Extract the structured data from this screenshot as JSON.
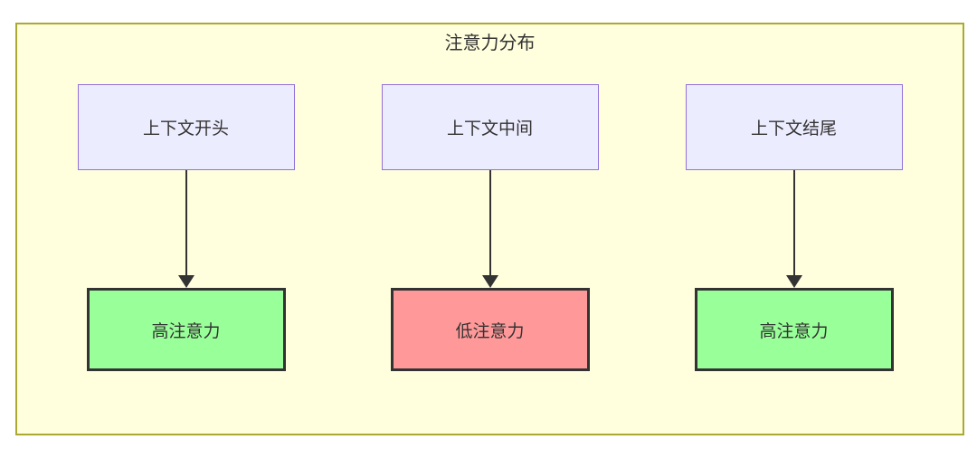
{
  "diagram": {
    "type": "flowchart",
    "title": "注意力分布",
    "colors": {
      "container_bg": "#ffffde",
      "container_border": "#aaaa33",
      "node_top_bg": "#ececff",
      "node_top_border": "#9370db",
      "high_bg": "#99ff99",
      "low_bg": "#ff9999",
      "emphasis_border": "#333333",
      "arrow": "#333333",
      "text": "#333333"
    },
    "flows": [
      {
        "source": "上下文开头",
        "target": "高注意力",
        "attention": "high"
      },
      {
        "source": "上下文中间",
        "target": "低注意力",
        "attention": "low"
      },
      {
        "source": "上下文结尾",
        "target": "高注意力",
        "attention": "high"
      }
    ]
  }
}
